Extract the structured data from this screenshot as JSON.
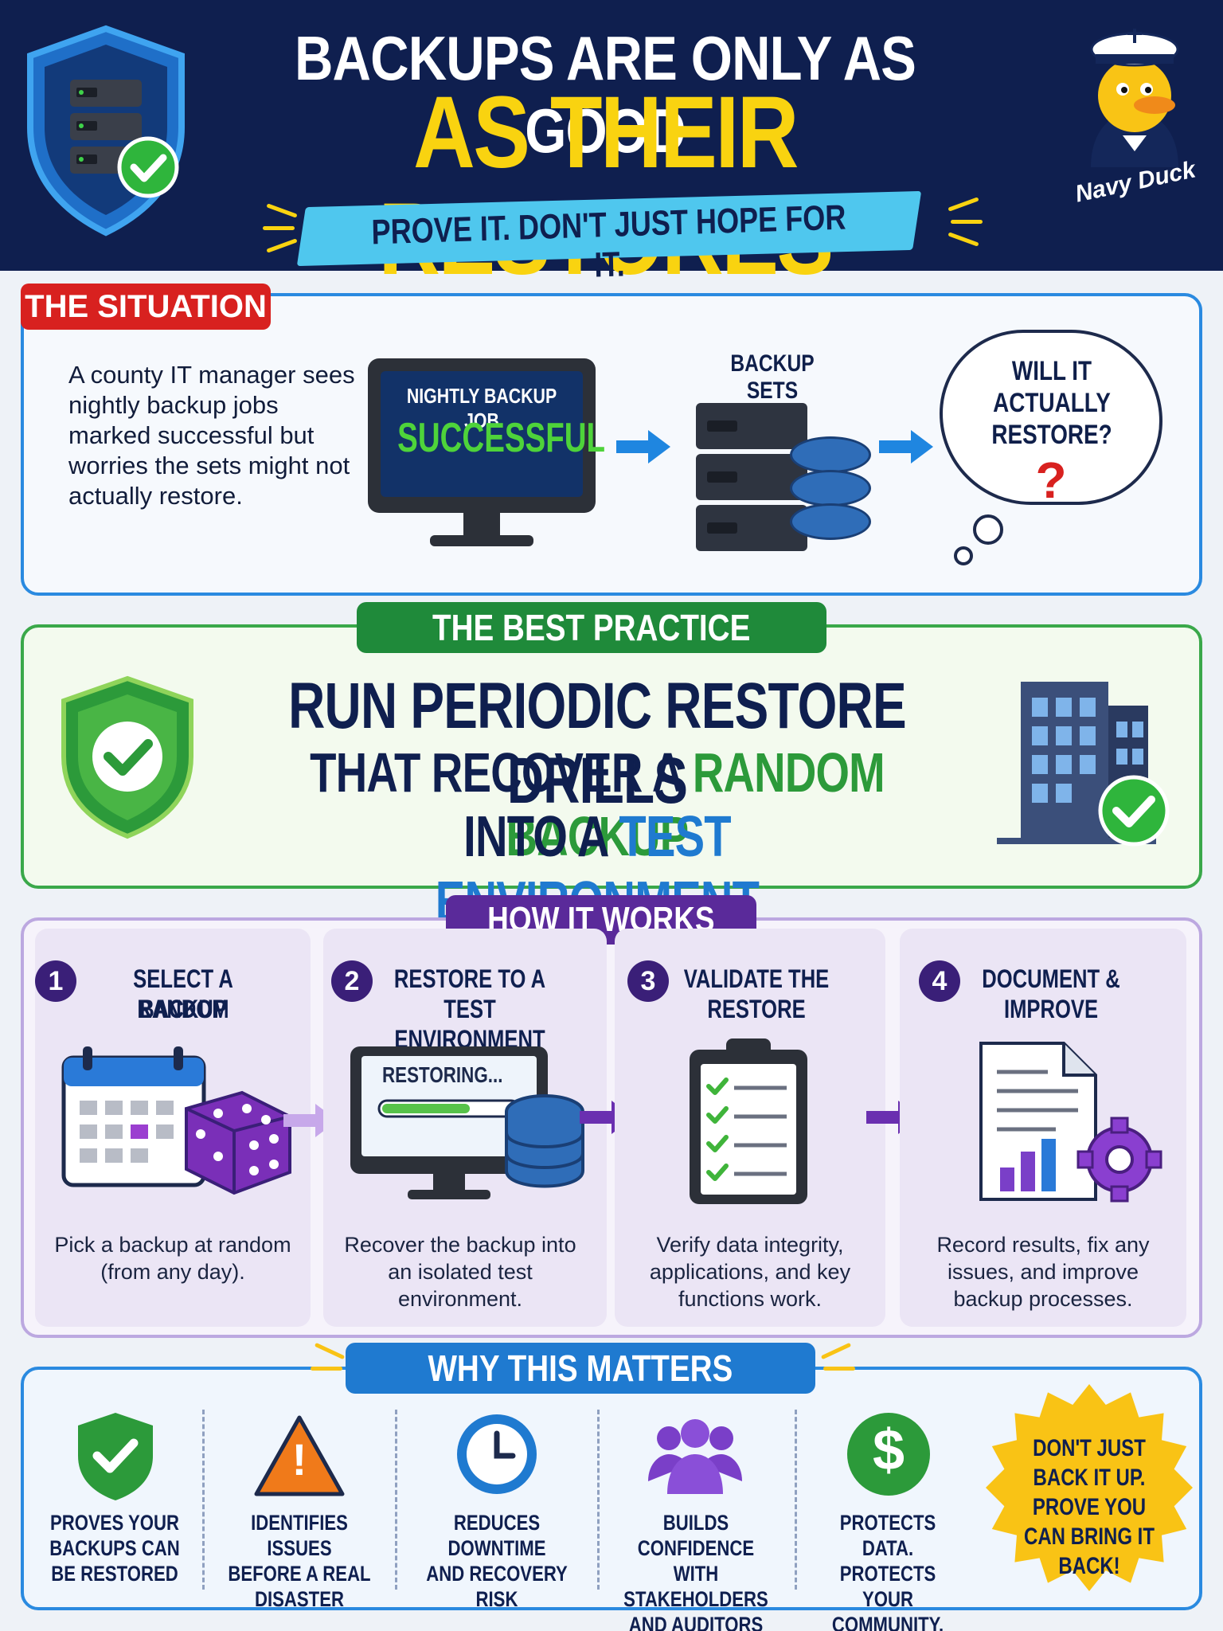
{
  "header": {
    "title_line1": "BACKUPS ARE ONLY AS GOOD",
    "title_line2": "AS THEIR RESTORES",
    "subtitle": "PROVE IT. DON'T JUST HOPE FOR IT.",
    "mascot_label": "Navy Duck"
  },
  "situation": {
    "tag": "THE SITUATION",
    "text": "A county IT manager sees nightly backup jobs marked successful but worries the sets might not actually restore.",
    "monitor_line1": "NIGHTLY BACKUP JOB",
    "monitor_line2": "SUCCESSFUL",
    "backup_label": "BACKUP SETS",
    "thought": "WILL IT ACTUALLY RESTORE?",
    "question_mark": "?"
  },
  "best_practice": {
    "tag": "THE BEST PRACTICE",
    "line1": "RUN PERIODIC RESTORE DRILLS",
    "line2_a": "THAT RECOVER A ",
    "line2_b": "RANDOM BACKUP",
    "line3_a": "INTO A ",
    "line3_b": "TEST ENVIRONMENT"
  },
  "how_it_works": {
    "tag": "HOW IT WORKS",
    "steps": [
      {
        "num": "1",
        "title_l1": "SELECT A RANDOM",
        "title_l2": "BACKUP",
        "desc": "Pick a backup at random (from any day)."
      },
      {
        "num": "2",
        "title_l1": "RESTORE TO A",
        "title_l2": "TEST ENVIRONMENT",
        "desc": "Recover the backup into an isolated test environment.",
        "screen_text": "RESTORING..."
      },
      {
        "num": "3",
        "title_l1": "VALIDATE THE",
        "title_l2": "RESTORE",
        "desc": "Verify data integrity, applications, and key functions work."
      },
      {
        "num": "4",
        "title_l1": "DOCUMENT &",
        "title_l2": "IMPROVE",
        "desc": "Record results, fix any issues, and improve backup processes."
      }
    ]
  },
  "why": {
    "tag": "WHY THIS MATTERS",
    "benefits": [
      {
        "l1": "PROVES YOUR",
        "l2": "BACKUPS CAN",
        "l3": "BE RESTORED",
        "icon": "shield-check-icon"
      },
      {
        "l1": "IDENTIFIES ISSUES",
        "l2": "BEFORE A REAL",
        "l3": "DISASTER",
        "icon": "warning-icon"
      },
      {
        "l1": "REDUCES DOWNTIME",
        "l2": "AND RECOVERY",
        "l3": "RISK",
        "icon": "clock-icon"
      },
      {
        "l1": "BUILDS CONFIDENCE",
        "l2": "WITH STAKEHOLDERS",
        "l3": "AND AUDITORS",
        "icon": "people-icon"
      },
      {
        "l1": "PROTECTS DATA.",
        "l2": "PROTECTS YOUR",
        "l3": "COMMUNITY.",
        "icon": "dollar-icon"
      }
    ],
    "callout": "DON'T JUST BACK IT UP. PROVE YOU CAN BRING IT BACK!",
    "dollar": "$",
    "warning": "!"
  },
  "colors": {
    "navy": "#0f1f4f",
    "yellow": "#f9d310",
    "red": "#d8211f",
    "green": "#2c9a3a",
    "blue": "#1f7ad0",
    "purple": "#5a2a9a"
  }
}
